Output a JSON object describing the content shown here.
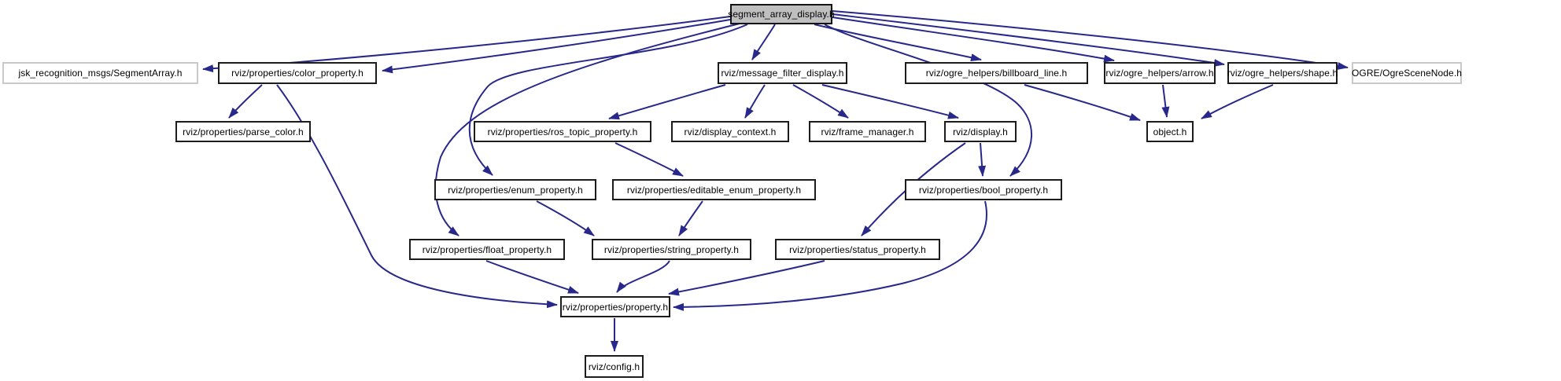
{
  "diagram": {
    "kind": "doxygen-include-dependency-graph",
    "root": "segment_array_display.h",
    "edge_color": "#28288a",
    "current_node_fill": "#bfbfbf",
    "nodes": [
      {
        "id": "seg",
        "label": "segment_array_display.h",
        "type": "current"
      },
      {
        "id": "jsk",
        "label": "jsk_recognition_msgs/SegmentArray.h",
        "type": "external"
      },
      {
        "id": "color",
        "label": "rviz/properties/color_property.h",
        "type": "internal"
      },
      {
        "id": "mfd",
        "label": "rviz/message_filter_display.h",
        "type": "internal"
      },
      {
        "id": "bbl",
        "label": "rviz/ogre_helpers/billboard_line.h",
        "type": "internal"
      },
      {
        "id": "arrow",
        "label": "rviz/ogre_helpers/arrow.h",
        "type": "internal"
      },
      {
        "id": "shape",
        "label": "rviz/ogre_helpers/shape.h",
        "type": "internal"
      },
      {
        "id": "ogre",
        "label": "OGRE/OgreSceneNode.h",
        "type": "external"
      },
      {
        "id": "parse",
        "label": "rviz/properties/parse_color.h",
        "type": "internal"
      },
      {
        "id": "rostopic",
        "label": "rviz/properties/ros_topic_property.h",
        "type": "internal"
      },
      {
        "id": "dctx",
        "label": "rviz/display_context.h",
        "type": "internal"
      },
      {
        "id": "fmgr",
        "label": "rviz/frame_manager.h",
        "type": "internal"
      },
      {
        "id": "display",
        "label": "rviz/display.h",
        "type": "internal"
      },
      {
        "id": "object",
        "label": "object.h",
        "type": "internal"
      },
      {
        "id": "enum",
        "label": "rviz/properties/enum_property.h",
        "type": "internal"
      },
      {
        "id": "eenum",
        "label": "rviz/properties/editable_enum_property.h",
        "type": "internal"
      },
      {
        "id": "bool",
        "label": "rviz/properties/bool_property.h",
        "type": "internal"
      },
      {
        "id": "float",
        "label": "rviz/properties/float_property.h",
        "type": "internal"
      },
      {
        "id": "string",
        "label": "rviz/properties/string_property.h",
        "type": "internal"
      },
      {
        "id": "status",
        "label": "rviz/properties/status_property.h",
        "type": "internal"
      },
      {
        "id": "property",
        "label": "rviz/properties/property.h",
        "type": "internal"
      },
      {
        "id": "config",
        "label": "rviz/config.h",
        "type": "internal"
      }
    ],
    "edges": [
      {
        "from": "seg",
        "to": "jsk"
      },
      {
        "from": "seg",
        "to": "color"
      },
      {
        "from": "seg",
        "to": "mfd"
      },
      {
        "from": "seg",
        "to": "bbl"
      },
      {
        "from": "seg",
        "to": "arrow"
      },
      {
        "from": "seg",
        "to": "shape"
      },
      {
        "from": "seg",
        "to": "ogre"
      },
      {
        "from": "seg",
        "to": "enum"
      },
      {
        "from": "seg",
        "to": "float"
      },
      {
        "from": "seg",
        "to": "bool"
      },
      {
        "from": "color",
        "to": "parse"
      },
      {
        "from": "color",
        "to": "property"
      },
      {
        "from": "mfd",
        "to": "rostopic"
      },
      {
        "from": "mfd",
        "to": "dctx"
      },
      {
        "from": "mfd",
        "to": "fmgr"
      },
      {
        "from": "mfd",
        "to": "display"
      },
      {
        "from": "rostopic",
        "to": "eenum"
      },
      {
        "from": "enum",
        "to": "string"
      },
      {
        "from": "eenum",
        "to": "string"
      },
      {
        "from": "display",
        "to": "bool"
      },
      {
        "from": "display",
        "to": "status"
      },
      {
        "from": "float",
        "to": "property"
      },
      {
        "from": "string",
        "to": "property"
      },
      {
        "from": "status",
        "to": "property"
      },
      {
        "from": "bool",
        "to": "property"
      },
      {
        "from": "property",
        "to": "config"
      },
      {
        "from": "bbl",
        "to": "object"
      },
      {
        "from": "arrow",
        "to": "object"
      },
      {
        "from": "shape",
        "to": "object"
      }
    ]
  }
}
